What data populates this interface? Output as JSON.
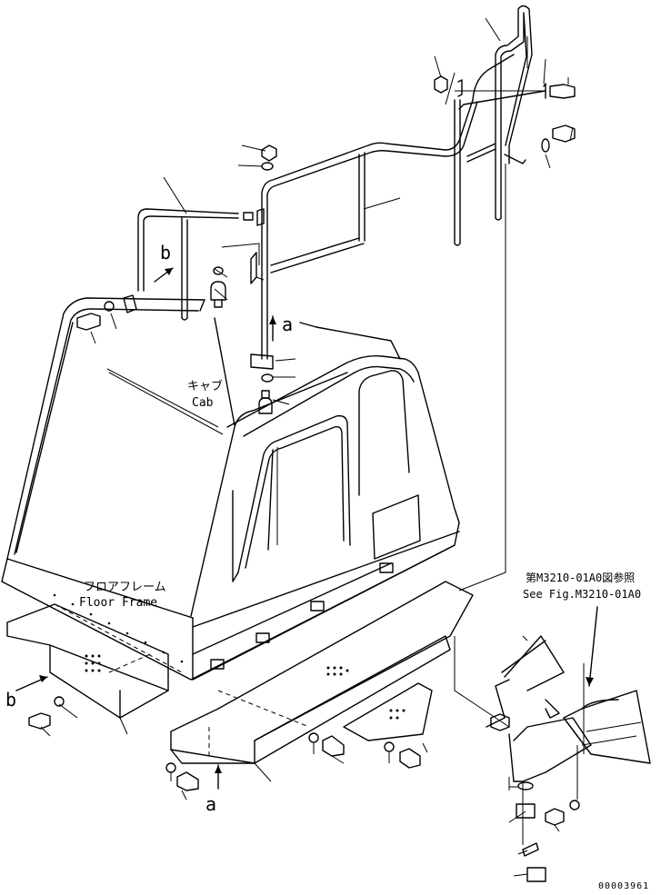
{
  "labels": {
    "cab_jp": "キャブ",
    "cab_en": "Cab",
    "floor_jp": "フロアフレーム",
    "floor_en": "Floor Frame",
    "ref_jp": "第M3210-01A0図参照",
    "ref_en": "See Fig.M3210-01A0",
    "marker_a": "a",
    "marker_b": "b",
    "drawing_number": "00003961"
  }
}
